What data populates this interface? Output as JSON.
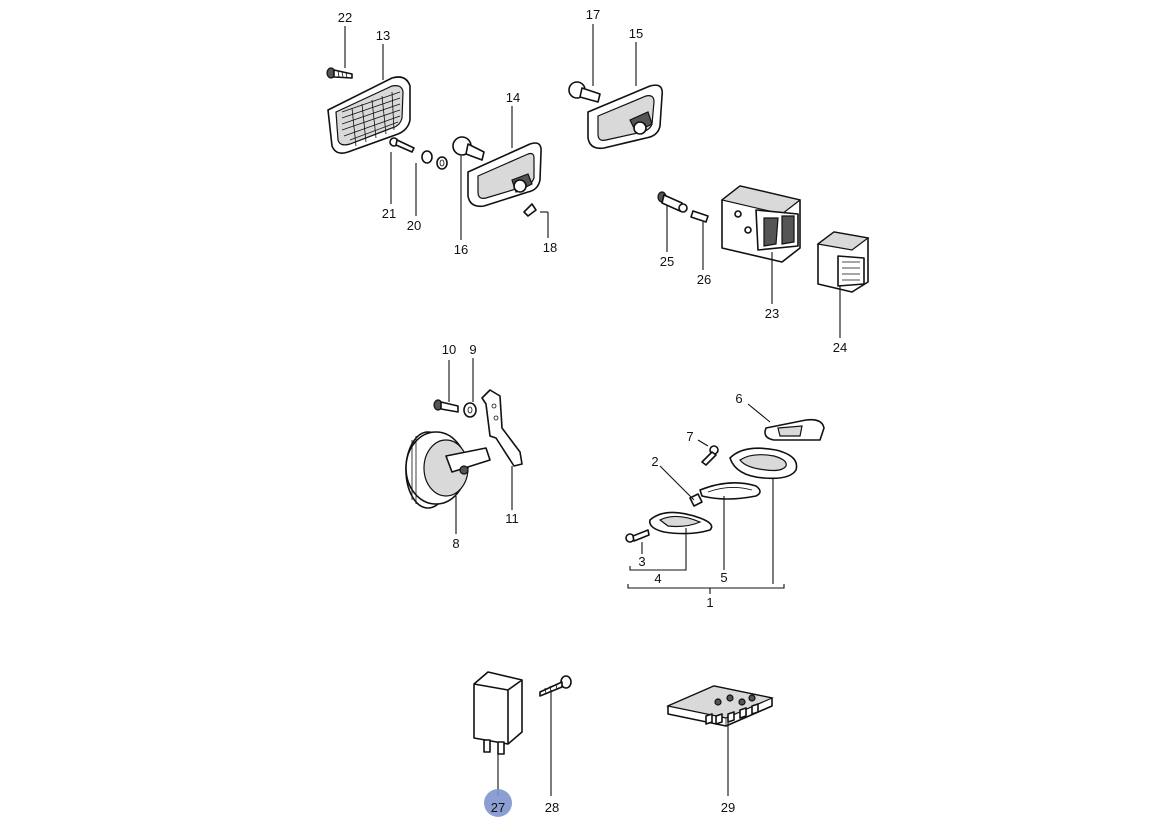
{
  "callouts": {
    "c1": "1",
    "c2": "2",
    "c3": "3",
    "c4": "4",
    "c5": "5",
    "c6": "6",
    "c7": "7",
    "c8": "8",
    "c9": "9",
    "c10": "10",
    "c11": "11",
    "c13": "13",
    "c14": "14",
    "c15": "15",
    "c16": "16",
    "c17": "17",
    "c18": "18",
    "c20": "20",
    "c21": "21",
    "c22": "22",
    "c23": "23",
    "c24": "24",
    "c25": "25",
    "c26": "26",
    "c27": "27",
    "c28": "28",
    "c29": "29"
  },
  "highlight": {
    "callout": "27",
    "color": "#7f95cf"
  }
}
